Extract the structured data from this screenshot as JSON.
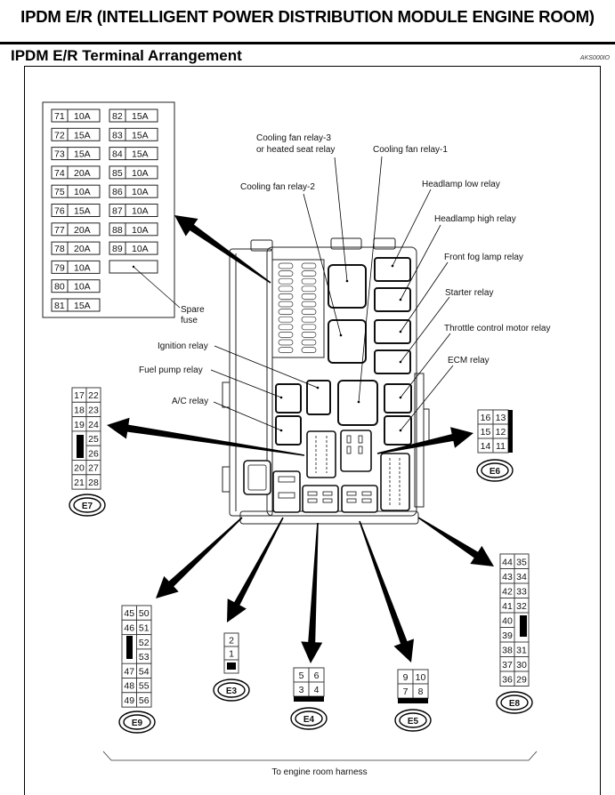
{
  "header": {
    "title": "IPDM E/R (INTELLIGENT POWER DISTRIBUTION MODULE ENGINE ROOM)",
    "section_title": "IPDM E/R Terminal Arrangement",
    "ref_code": "AKS000IO"
  },
  "fuse_block": {
    "left_column": [
      {
        "number": "71",
        "rating": "10A"
      },
      {
        "number": "72",
        "rating": "15A"
      },
      {
        "number": "73",
        "rating": "15A"
      },
      {
        "number": "74",
        "rating": "20A"
      },
      {
        "number": "75",
        "rating": "10A"
      },
      {
        "number": "76",
        "rating": "15A"
      },
      {
        "number": "77",
        "rating": "20A"
      },
      {
        "number": "78",
        "rating": "20A"
      },
      {
        "number": "79",
        "rating": "10A"
      },
      {
        "number": "80",
        "rating": "10A"
      },
      {
        "number": "81",
        "rating": "15A"
      }
    ],
    "right_column": [
      {
        "number": "82",
        "rating": "15A"
      },
      {
        "number": "83",
        "rating": "15A"
      },
      {
        "number": "84",
        "rating": "15A"
      },
      {
        "number": "85",
        "rating": "10A"
      },
      {
        "number": "86",
        "rating": "10A"
      },
      {
        "number": "87",
        "rating": "10A"
      },
      {
        "number": "88",
        "rating": "10A"
      },
      {
        "number": "89",
        "rating": "10A"
      }
    ],
    "spare_label_line1": "Spare",
    "spare_label_line2": "fuse"
  },
  "relay_labels": {
    "cooling_fan_3_line1": "Cooling fan relay-3",
    "cooling_fan_3_line2": "or heated seat relay",
    "cooling_fan_1": "Cooling fan relay-1",
    "cooling_fan_2": "Cooling fan relay-2",
    "headlamp_low": "Headlamp low relay",
    "headlamp_high": "Headlamp high relay",
    "front_fog": "Front fog lamp relay",
    "starter": "Starter relay",
    "throttle": "Throttle control motor relay",
    "ecm": "ECM relay",
    "ignition": "Ignition relay",
    "fuel_pump": "Fuel pump relay",
    "ac": "A/C relay"
  },
  "connectors": {
    "E7": {
      "id": "E7",
      "rows": [
        [
          "17",
          "22"
        ],
        [
          "18",
          "23"
        ],
        [
          "19",
          "24"
        ],
        [
          "",
          "25"
        ],
        [
          "",
          "26"
        ],
        [
          "20",
          "27"
        ],
        [
          "21",
          "28"
        ]
      ]
    },
    "E6": {
      "id": "E6",
      "rows": [
        [
          "16",
          "13"
        ],
        [
          "15",
          "12"
        ],
        [
          "14",
          "11"
        ]
      ]
    },
    "E8": {
      "id": "E8",
      "rows": [
        [
          "44",
          "35"
        ],
        [
          "43",
          "34"
        ],
        [
          "42",
          "33"
        ],
        [
          "41",
          "32"
        ],
        [
          "40",
          ""
        ],
        [
          "39",
          ""
        ],
        [
          "38",
          "31"
        ],
        [
          "37",
          "30"
        ],
        [
          "36",
          "29"
        ]
      ]
    },
    "E9": {
      "id": "E9",
      "rows": [
        [
          "45",
          "50"
        ],
        [
          "46",
          "51"
        ],
        [
          "",
          "52"
        ],
        [
          "",
          "53"
        ],
        [
          "47",
          "54"
        ],
        [
          "48",
          "55"
        ],
        [
          "49",
          "56"
        ]
      ]
    },
    "E3": {
      "id": "E3",
      "rows": [
        [
          "2"
        ],
        [
          "1"
        ]
      ]
    },
    "E4": {
      "id": "E4",
      "rows": [
        [
          "5",
          "6"
        ],
        [
          "3",
          "4"
        ]
      ]
    },
    "E5": {
      "id": "E5",
      "rows": [
        [
          "9",
          "10"
        ],
        [
          "7",
          "8"
        ]
      ]
    }
  },
  "footer": {
    "harness_label": "To engine room harness"
  }
}
